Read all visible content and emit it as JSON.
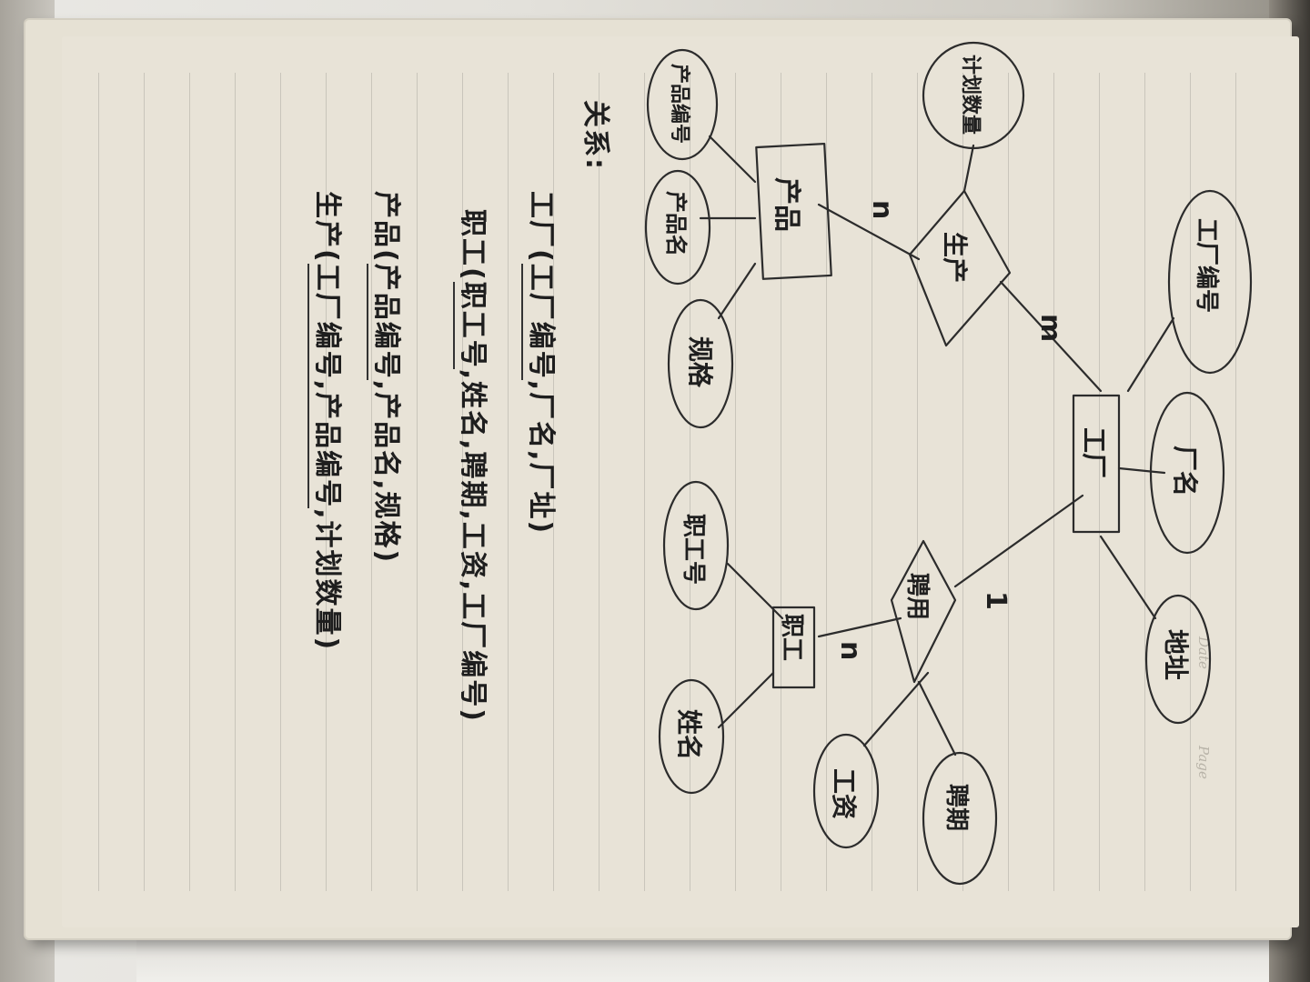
{
  "page_header": {
    "date_label": "Date",
    "page_label": "Page"
  },
  "diagram": {
    "entities": {
      "factory": "工厂",
      "product": "产品",
      "employee": "职工"
    },
    "relationships": {
      "produce": "生产",
      "employ": "聘用"
    },
    "attributes": {
      "factory_id": "工厂编号",
      "factory_name": "厂名",
      "address": "地址",
      "product_id": "产品编号",
      "product_name": "产品名",
      "spec": "规格",
      "planned_qty": "计划数量",
      "employee_id": "职工号",
      "name": "姓名",
      "wage": "工资",
      "employ_period": "聘期"
    },
    "cardinalities": {
      "produce_factory": "m",
      "produce_product": "n",
      "employ_factory": "1",
      "employ_employee": "n"
    }
  },
  "notes": {
    "heading": "关系:",
    "line1_prefix": "工厂(",
    "line1_key": "工厂编号",
    "line1_rest": ",厂名,厂址)",
    "line2_prefix": "职工(",
    "line2_key": "职工号",
    "line2_rest": ",姓名,聘期,工资,工厂编号)",
    "line3_prefix": "产品(",
    "line3_key": "产品编号",
    "line3_rest": ",产品名,规格)",
    "line4_prefix": "生产(",
    "line4_key": "工厂编号,产品编号",
    "line4_rest": ",计划数量)"
  }
}
